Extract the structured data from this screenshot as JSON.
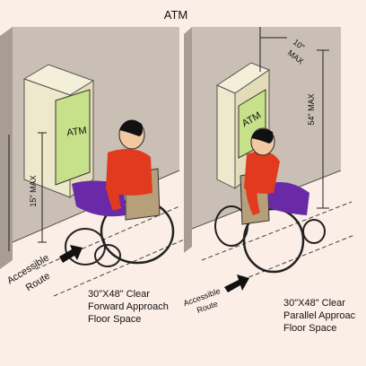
{
  "title": "ATM",
  "left_panel": {
    "screen_label": "ATM",
    "height_dimension": "15\" MAX",
    "route_label": [
      "Accessible",
      "Route"
    ],
    "clear_space": [
      "30\"X48\" Clear",
      "Forward Approach",
      "Floor Space"
    ]
  },
  "right_panel": {
    "screen_label": "ATM",
    "reach_dimension": [
      "10\"",
      "MAX"
    ],
    "height_dimension": "54\" MAX",
    "route_label": [
      "Accessible",
      "Route"
    ],
    "clear_space": [
      "30\"X48\" Clear",
      "Parallel Approac",
      "Floor Space"
    ]
  },
  "colors": {
    "background": "#fbeee6",
    "wall": "#c9bfb4",
    "machine": "#eee8cc",
    "screen": "#c7e08a",
    "shirt": "#e23a1e",
    "pants": "#6a2aa8",
    "chair_back": "#b6a07a"
  }
}
